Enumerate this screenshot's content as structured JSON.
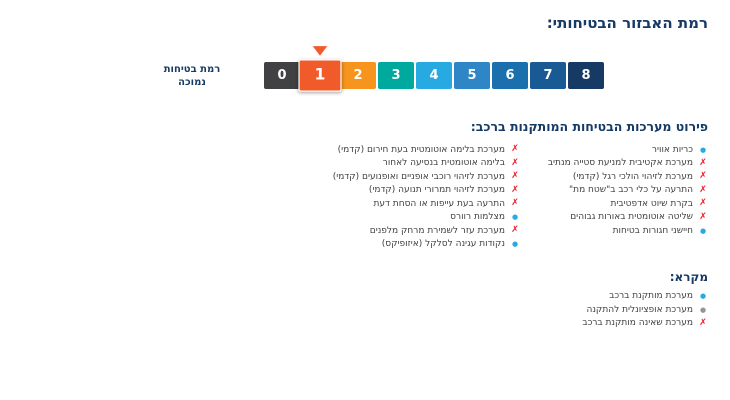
{
  "title": "רמת האבזור הבטיחותי:",
  "scale": {
    "side_label": {
      "line1": "רמת בטיחות",
      "line2": "נמוכה"
    },
    "selected_level": 1,
    "levels": [
      {
        "value": "0",
        "color": "#414042"
      },
      {
        "value": "1",
        "color": "#f15a29"
      },
      {
        "value": "2",
        "color": "#f7941d"
      },
      {
        "value": "3",
        "color": "#00a99d"
      },
      {
        "value": "4",
        "color": "#27aae1"
      },
      {
        "value": "5",
        "color": "#2e86c6"
      },
      {
        "value": "6",
        "color": "#1c6fad"
      },
      {
        "value": "7",
        "color": "#1a5a94"
      },
      {
        "value": "8",
        "color": "#163a64"
      }
    ]
  },
  "systems": {
    "heading": "פירוט מערכות הבטיחות המותקנות ברכב:",
    "column_right": [
      {
        "label": "כריות אוויר",
        "status": "installed"
      },
      {
        "label": "מערכת אקטיבית למניעת סטייה מנתיב",
        "status": "not_installed"
      },
      {
        "label": "מערכת לזיהוי הולכי רגל (קדמי)",
        "status": "not_installed"
      },
      {
        "label": "התרעה על כלי רכב ב\"שטח מת\"",
        "status": "not_installed"
      },
      {
        "label": "בקרת שיוט אדפטיבית",
        "status": "not_installed"
      },
      {
        "label": "שליטה אוטומטית באורות גבוהים",
        "status": "not_installed"
      },
      {
        "label": "חיישני חגורות בטיחות",
        "status": "installed"
      }
    ],
    "column_left": [
      {
        "label": "מערכת בלימה אוטומטית בעת חירום (קדמי)",
        "status": "not_installed"
      },
      {
        "label": "בלימה אוטומטית בנסיעה לאחור",
        "status": "not_installed"
      },
      {
        "label": "מערכת לזיהוי רוכבי אופניים ואופנועים (קדמי)",
        "status": "not_installed"
      },
      {
        "label": "מערכת לזיהוי תמרורי תנועה (קדמי)",
        "status": "not_installed"
      },
      {
        "label": "התרעה בעת עייפות או הסחת דעת",
        "status": "not_installed"
      },
      {
        "label": "מצלמות רוורס",
        "status": "installed"
      },
      {
        "label": "מערכת עזר לשמירת מרחק מלפנים",
        "status": "not_installed"
      },
      {
        "label": "נקודות עגינה לסלקל (איזופיקס)",
        "status": "installed"
      }
    ]
  },
  "legend": {
    "heading": "מקרא:",
    "items": [
      {
        "label": "מערכת מותקנת ברכב",
        "status": "installed"
      },
      {
        "label": "מערכת אופציונלית להתקנה",
        "status": "optional"
      },
      {
        "label": "מערכת שאינה מותקנת ברכב",
        "status": "not_installed"
      }
    ]
  },
  "status_colors": {
    "installed": "#29abe2",
    "optional": "#939598",
    "not_installed": "#ed1c24"
  }
}
